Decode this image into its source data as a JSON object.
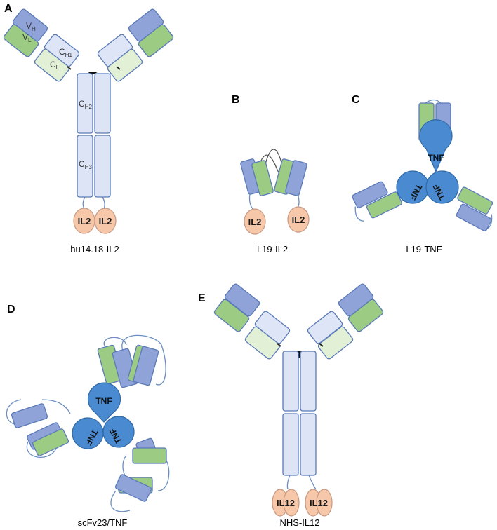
{
  "panels": {
    "A": {
      "letter": "A",
      "caption": "hu14.18-IL2",
      "labels": {
        "vh": "V",
        "vh_sub": "H",
        "vl": "V",
        "vl_sub": "L",
        "ch1": "C",
        "ch1_sub": "H1",
        "cl": "C",
        "cl_sub": "L",
        "ch2": "C",
        "ch2_sub": "H2",
        "ch3": "C",
        "ch3_sub": "H3"
      },
      "cytokine": "IL2"
    },
    "B": {
      "letter": "B",
      "caption": "L19-IL2",
      "cytokine": "IL2"
    },
    "C": {
      "letter": "C",
      "caption": "L19-TNF",
      "cytokine": "TNF"
    },
    "D": {
      "letter": "D",
      "caption": "scFv23/TNF",
      "cytokine": "TNF"
    },
    "E": {
      "letter": "E",
      "caption": "NHS-IL12",
      "cytokine": "IL12"
    }
  },
  "colors": {
    "vh": "#8fa3d8",
    "vl": "#9ccb84",
    "constant_heavy": "#dde5f6",
    "constant_light": "#e2f0d5",
    "il": "#f6c7a8",
    "tnf": "#4a8ad0"
  }
}
